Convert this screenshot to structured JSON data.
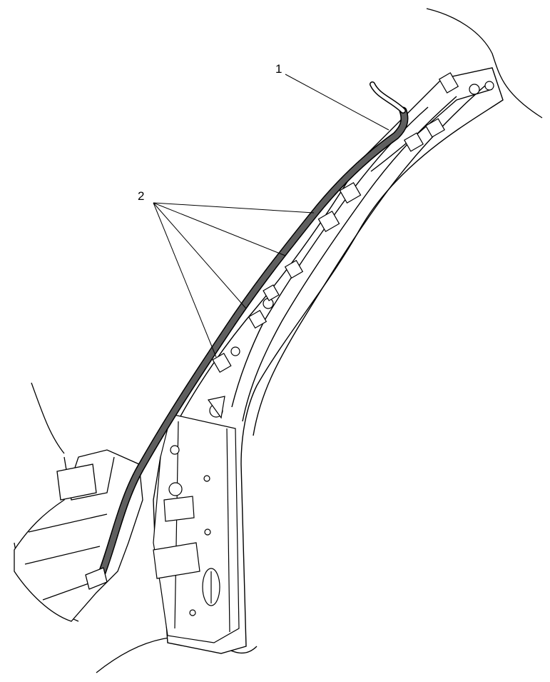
{
  "callouts": [
    {
      "id": "1",
      "label": "1"
    },
    {
      "id": "2",
      "label": "2"
    }
  ],
  "colors": {
    "line": "#000000",
    "harness_fill": "#5f5f5f",
    "background": "#ffffff",
    "panel_fill": "#ffffff"
  }
}
